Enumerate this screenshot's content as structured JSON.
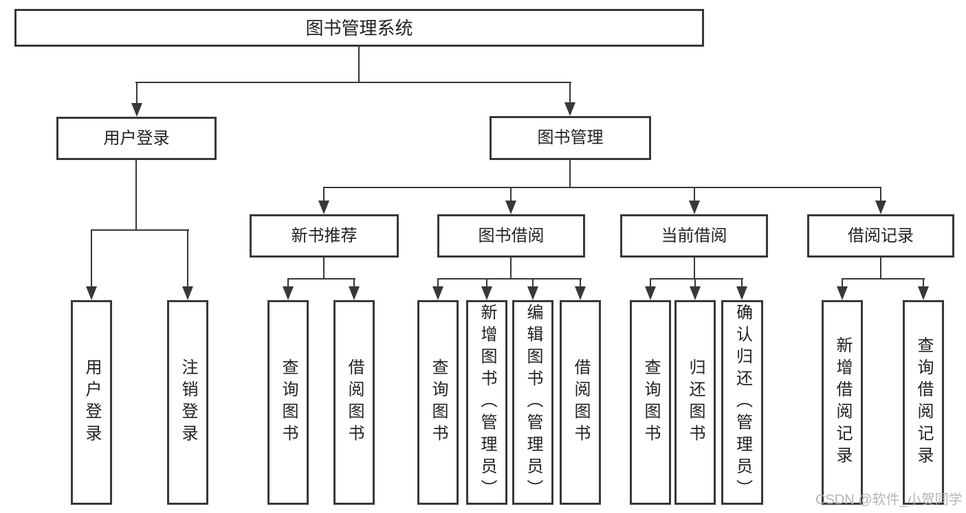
{
  "diagram": {
    "root": {
      "label": "图书管理系统",
      "children": [
        {
          "label": "用户登录",
          "children": [
            {
              "label": "用户登录"
            },
            {
              "label": "注销登录"
            }
          ]
        },
        {
          "label": "图书管理",
          "children": [
            {
              "label": "新书推荐",
              "children": [
                {
                  "label": "查询图书"
                },
                {
                  "label": "借阅图书"
                }
              ]
            },
            {
              "label": "图书借阅",
              "children": [
                {
                  "label": "查询图书"
                },
                {
                  "label": "新增图书（管理员）"
                },
                {
                  "label": "编辑图书（管理员）"
                },
                {
                  "label": "借阅图书"
                }
              ]
            },
            {
              "label": "当前借阅",
              "children": [
                {
                  "label": "查询图书"
                },
                {
                  "label": "归还图书"
                },
                {
                  "label": "确认归还（管理员）"
                }
              ]
            },
            {
              "label": "借阅记录",
              "children": [
                {
                  "label": "新增借阅记录"
                },
                {
                  "label": "查询借阅记录"
                }
              ]
            }
          ]
        }
      ]
    }
  },
  "watermark": {
    "text": "CSDN @软件_小贺同学"
  },
  "colors": {
    "line": "#383838",
    "box_border": "#383838",
    "box_fill": "#ffffff",
    "text": "#212121",
    "background": "#ffffff",
    "watermark": "#b1b1b1"
  }
}
